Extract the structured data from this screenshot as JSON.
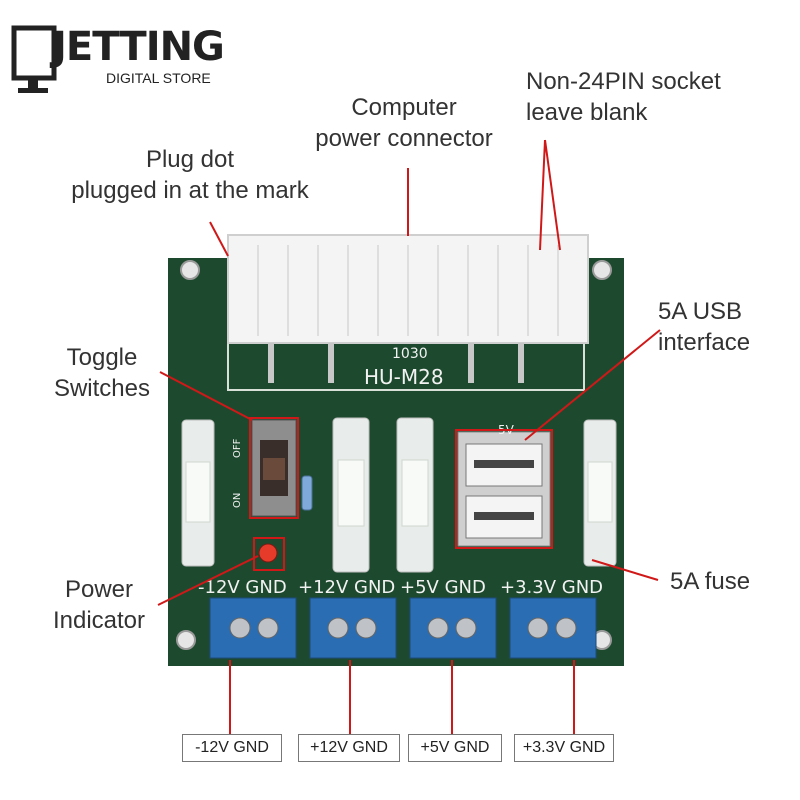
{
  "brand": {
    "name": "JETTING",
    "subtitle": "DIGITAL STORE"
  },
  "callouts": {
    "plug_dot": [
      "Plug dot",
      "plugged in at the mark"
    ],
    "computer_power": [
      "Computer",
      "power connector"
    ],
    "non24pin": [
      "Non-24PIN socket",
      "leave blank"
    ],
    "toggle": [
      "Toggle",
      "Switches"
    ],
    "usb": [
      "5A USB",
      "interface"
    ],
    "fuse": "5A fuse",
    "power_indicator": [
      "Power",
      "Indicator"
    ]
  },
  "board": {
    "model_number": "1030",
    "model_name": "HU-M28",
    "switch_off": "OFF",
    "switch_on": "ON",
    "usb_mark": "5V",
    "rails": [
      "-12V GND",
      "+12V GND",
      "+5V GND",
      "+3.3V GND"
    ]
  },
  "bottom_labels": [
    "-12V GND",
    "+12V GND",
    "+5V GND",
    "+3.3V GND"
  ],
  "colors": {
    "pcb": "#1d4a2e",
    "terminal": "#2b6db2",
    "callout": "#d01818",
    "text": "#333333"
  }
}
